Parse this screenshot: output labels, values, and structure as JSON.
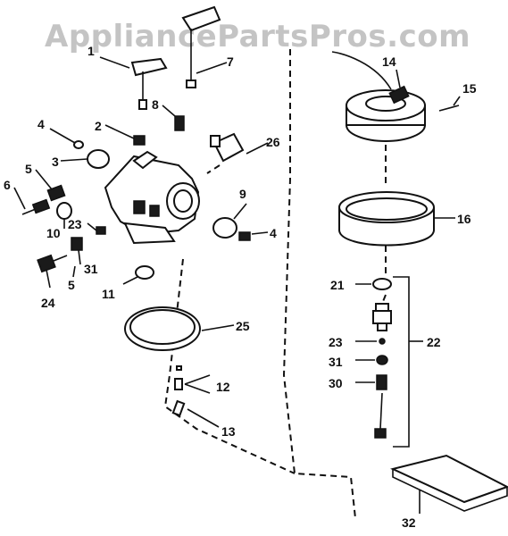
{
  "watermark": "AppliancePartsPros.com",
  "labels": {
    "p1": "1",
    "p2": "2",
    "p3": "3",
    "p4a": "4",
    "p4b": "4",
    "p5a": "5",
    "p5b": "5",
    "p6": "6",
    "p7": "7",
    "p8": "8",
    "p9": "9",
    "p10": "10",
    "p11": "11",
    "p12": "12",
    "p13": "13",
    "p14": "14",
    "p15": "15",
    "p16": "16",
    "p21": "21",
    "p22": "22",
    "p23a": "23",
    "p23b": "23",
    "p24": "24",
    "p25": "25",
    "p26": "26",
    "p30": "30",
    "p31a": "31",
    "p31b": "31",
    "p32": "32"
  }
}
